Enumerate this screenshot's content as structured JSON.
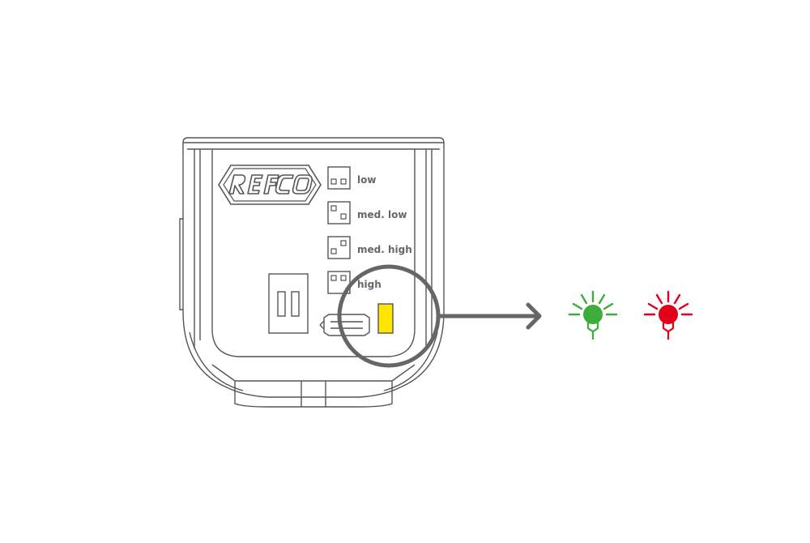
{
  "device": {
    "brand": "REFCO",
    "sensitivity_levels": [
      {
        "label": "low",
        "switch_pattern": "both-down"
      },
      {
        "label": "med. low",
        "switch_pattern": "left-up"
      },
      {
        "label": "med. high",
        "switch_pattern": "right-up"
      },
      {
        "label": "high",
        "switch_pattern": "both-up"
      }
    ],
    "indicator": {
      "name": "status-led",
      "color": "#ffe600"
    }
  },
  "result_leds": [
    {
      "name": "green-led",
      "color": "#3cad3a"
    },
    {
      "name": "red-led",
      "color": "#e3001b"
    }
  ],
  "colors": {
    "outline": "#555555",
    "text": "#666666",
    "callout": "#666666"
  }
}
